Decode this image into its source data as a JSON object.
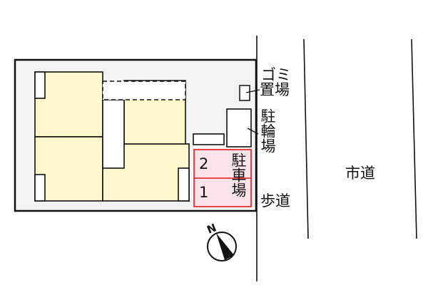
{
  "plan": {
    "type": "site-plan",
    "colors": {
      "lot_fill": "#f3f3f3",
      "building_fill": "#fff8cc",
      "parking_fill": "#fbe3ea",
      "parking_border": "#e8141b",
      "outline": "#111111"
    }
  },
  "labels": {
    "garbage": "ゴミ置場",
    "garbage_line1": "ゴミ",
    "garbage_line2": "置場",
    "bicycle_parking": "駐輪場",
    "car_parking": "駐車場",
    "sidewalk": "歩道",
    "city_road": "市道"
  },
  "parking_spaces": [
    {
      "number": "2"
    },
    {
      "number": "1"
    }
  ],
  "compass": {
    "label": "N",
    "icon": "north-arrow-icon"
  }
}
